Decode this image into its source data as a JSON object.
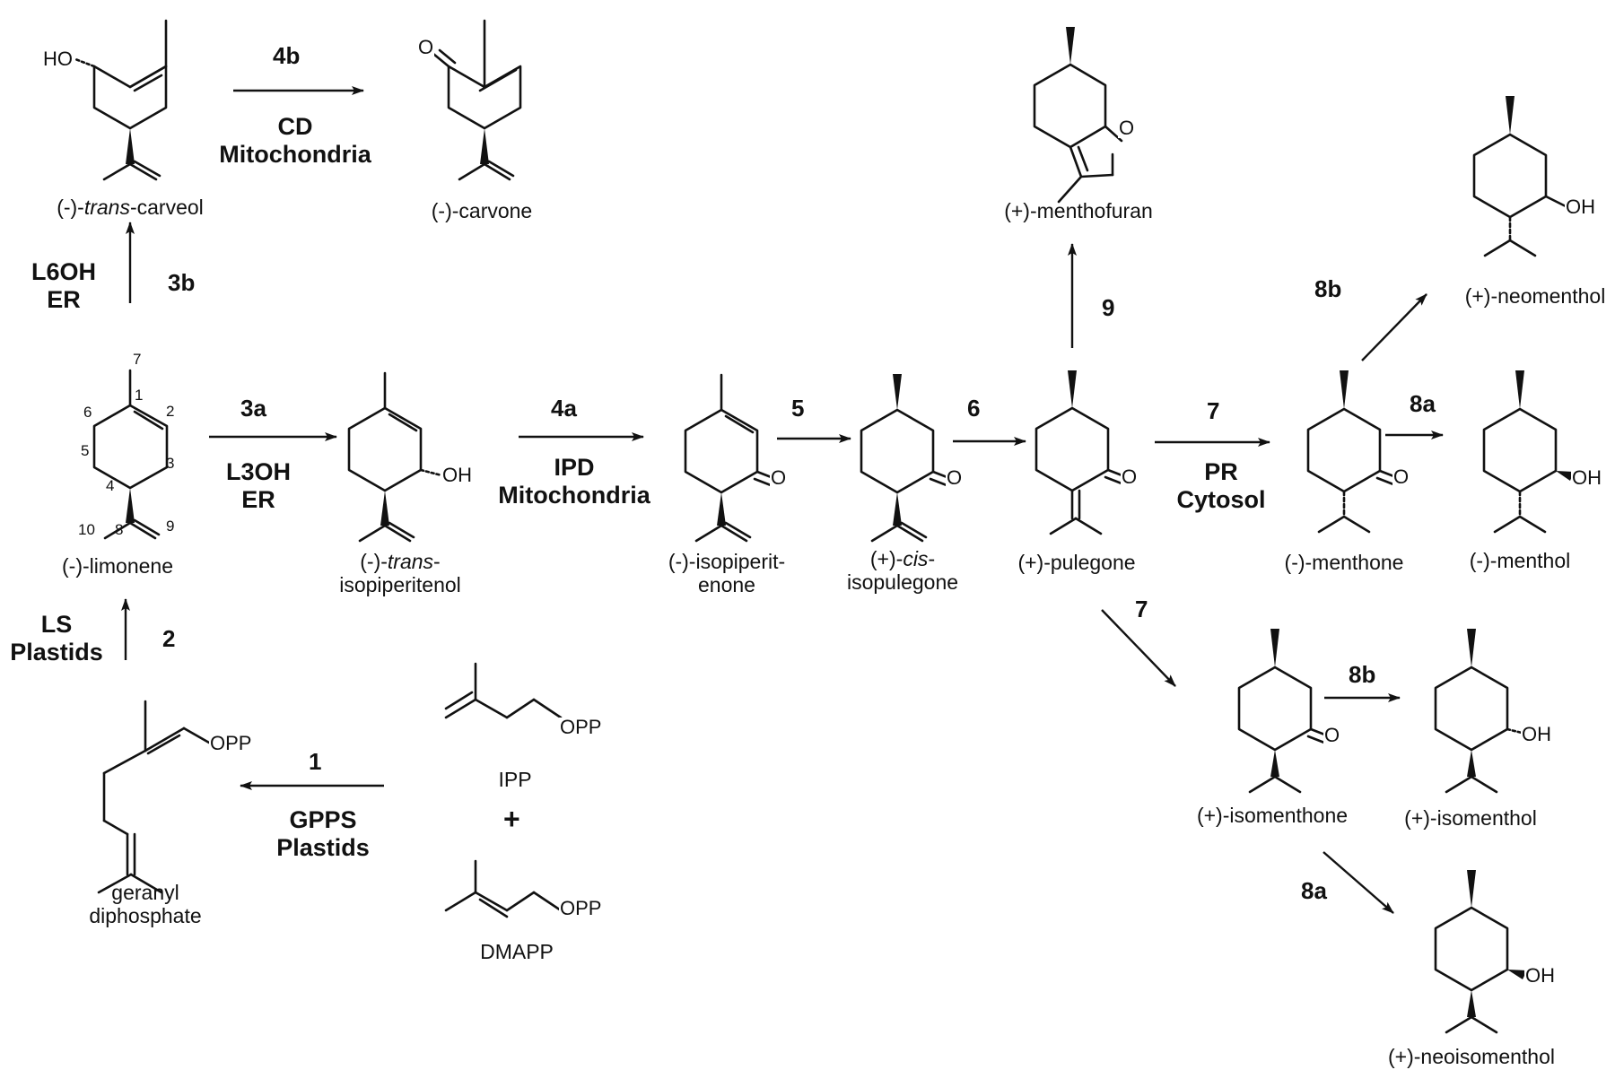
{
  "compounds": {
    "trans_carveol": {
      "pre": "(-)-",
      "italic": "trans",
      "post": "-carveol"
    },
    "carvone": "(-)-carvone",
    "menthofuran": "(+)-menthofuran",
    "neomenthol_top": "(+)-neomenthol",
    "limonene": "(-)-limonene",
    "trans_isopiperitenol_1": {
      "pre": "(-)-",
      "italic": "trans",
      "post": "-"
    },
    "trans_isopiperitenol_2": "isopiperitenol",
    "isopiperitenone_1": "(-)-isopiperit-",
    "isopiperitenone_2": "enone",
    "cis_isopulegone_1": {
      "pre": "(+)-",
      "italic": "cis",
      "post": "-"
    },
    "cis_isopulegone_2": "isopulegone",
    "pulegone": "(+)-pulegone",
    "menthone": "(-)-menthone",
    "menthol": "(-)-menthol",
    "isomenthone": "(+)-isomenthone",
    "isomenthol": "(+)-isomenthol",
    "neoisomenthol": "(+)-neoisomenthol",
    "geranyl_1": "geranyl",
    "geranyl_2": "diphosphate",
    "ipp": "IPP",
    "dmapp": "DMAPP",
    "plus": "+"
  },
  "steps": {
    "s1": "1",
    "s2": "2",
    "s3a": "3a",
    "s3b": "3b",
    "s4a": "4a",
    "s4b": "4b",
    "s5": "5",
    "s6": "6",
    "s7_top": "7",
    "s7_bottom": "7",
    "s8a_top": "8a",
    "s8b_top": "8b",
    "s8a_bottom": "8a",
    "s8b_bottom": "8b",
    "s9": "9"
  },
  "enzymes": {
    "cd": [
      "CD",
      "Mitochondria"
    ],
    "l6oh": [
      "L6OH",
      "ER"
    ],
    "l3oh": [
      "L3OH",
      "ER"
    ],
    "ipd": [
      "IPD",
      "Mitochondria"
    ],
    "pr": [
      "PR",
      "Cytosol"
    ],
    "ls": [
      "LS",
      "Plastids"
    ],
    "gpps": [
      "GPPS",
      "Plastids"
    ]
  },
  "atoms": {
    "ho": "HO",
    "oh": "OH",
    "o": "O",
    "opp": "OPP"
  },
  "numbering": [
    "1",
    "2",
    "3",
    "4",
    "5",
    "6",
    "7",
    "8",
    "9",
    "10"
  ]
}
